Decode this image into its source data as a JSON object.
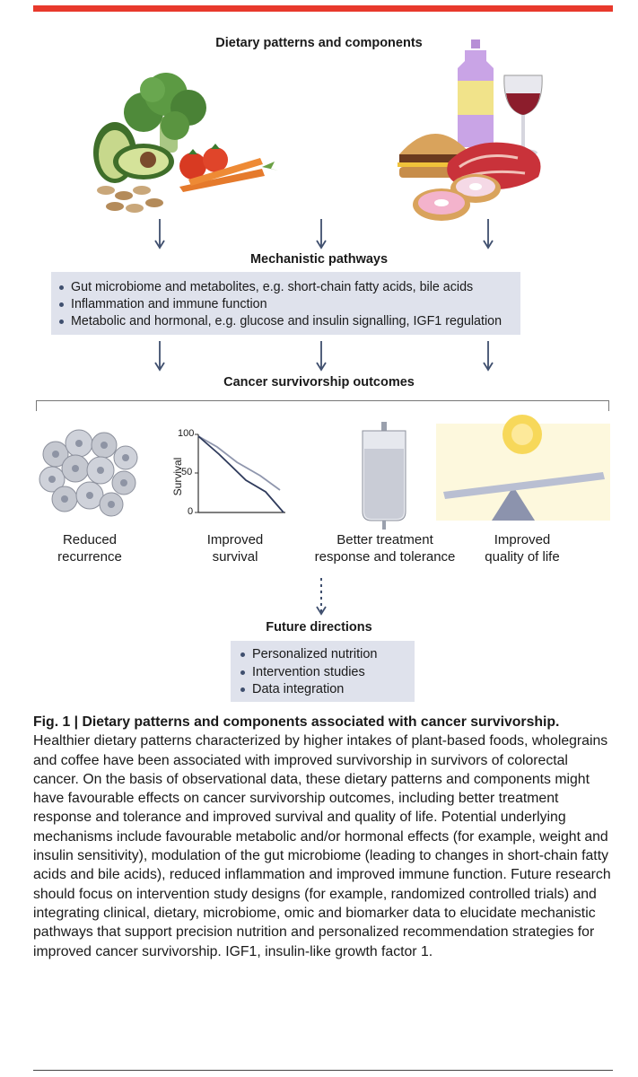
{
  "diagram": {
    "title": "Dietary patterns and components",
    "mechanisms": {
      "heading": "Mechanistic pathways",
      "items": [
        "Gut microbiome and metabolites, e.g. short-chain fatty acids, bile acids",
        "Inflammation and immune function",
        "Metabolic and hormonal, e.g. glucose and insulin signalling, IGF1 regulation"
      ]
    },
    "outcomes": {
      "heading": "Cancer survivorship outcomes",
      "items": [
        {
          "line1": "Reduced",
          "line2": "recurrence"
        },
        {
          "line1": "Improved",
          "line2": "survival"
        },
        {
          "line1": "Better treatment",
          "line2": "response and tolerance"
        },
        {
          "line1": "Improved",
          "line2": "quality of life"
        }
      ],
      "survival_plot": {
        "ylabel": "Survival",
        "yticks": [
          "100",
          "50",
          "0"
        ]
      }
    },
    "future": {
      "heading": "Future directions",
      "items": [
        "Personalized nutrition",
        "Intervention studies",
        "Data integration"
      ]
    }
  },
  "caption": {
    "title": "Fig. 1 | Dietary patterns and components associated with cancer survivorship.",
    "body": " Healthier dietary patterns characterized by higher intakes of plant-based foods, wholegrains and coffee have been associated with improved survivorship in survivors of colorectal cancer. On the basis of observational data, these dietary patterns and components might have favourable effects on cancer survivorship outcomes, including better treatment response and tolerance and improved survival and quality of life. Potential underlying mechanisms include favourable metabolic and/or hormonal effects (for example, weight and insulin sensitivity), modulation of the gut microbiome (leading to changes in short-chain fatty acids and bile acids), reduced inflammation and improved immune function. Future research should focus on intervention study designs (for example, randomized controlled trials) and integrating clinical, dietary, microbiome, omic and biomarker data to elucidate mechanistic pathways that support precision nutrition and personalized recommendation strategies for improved cancer survivorship. IGF1, insulin-like growth factor 1."
  },
  "colors": {
    "accent_bar": "#e8392c",
    "box_fill": "#dfe2ec",
    "arrow": "#3f4f6e"
  }
}
